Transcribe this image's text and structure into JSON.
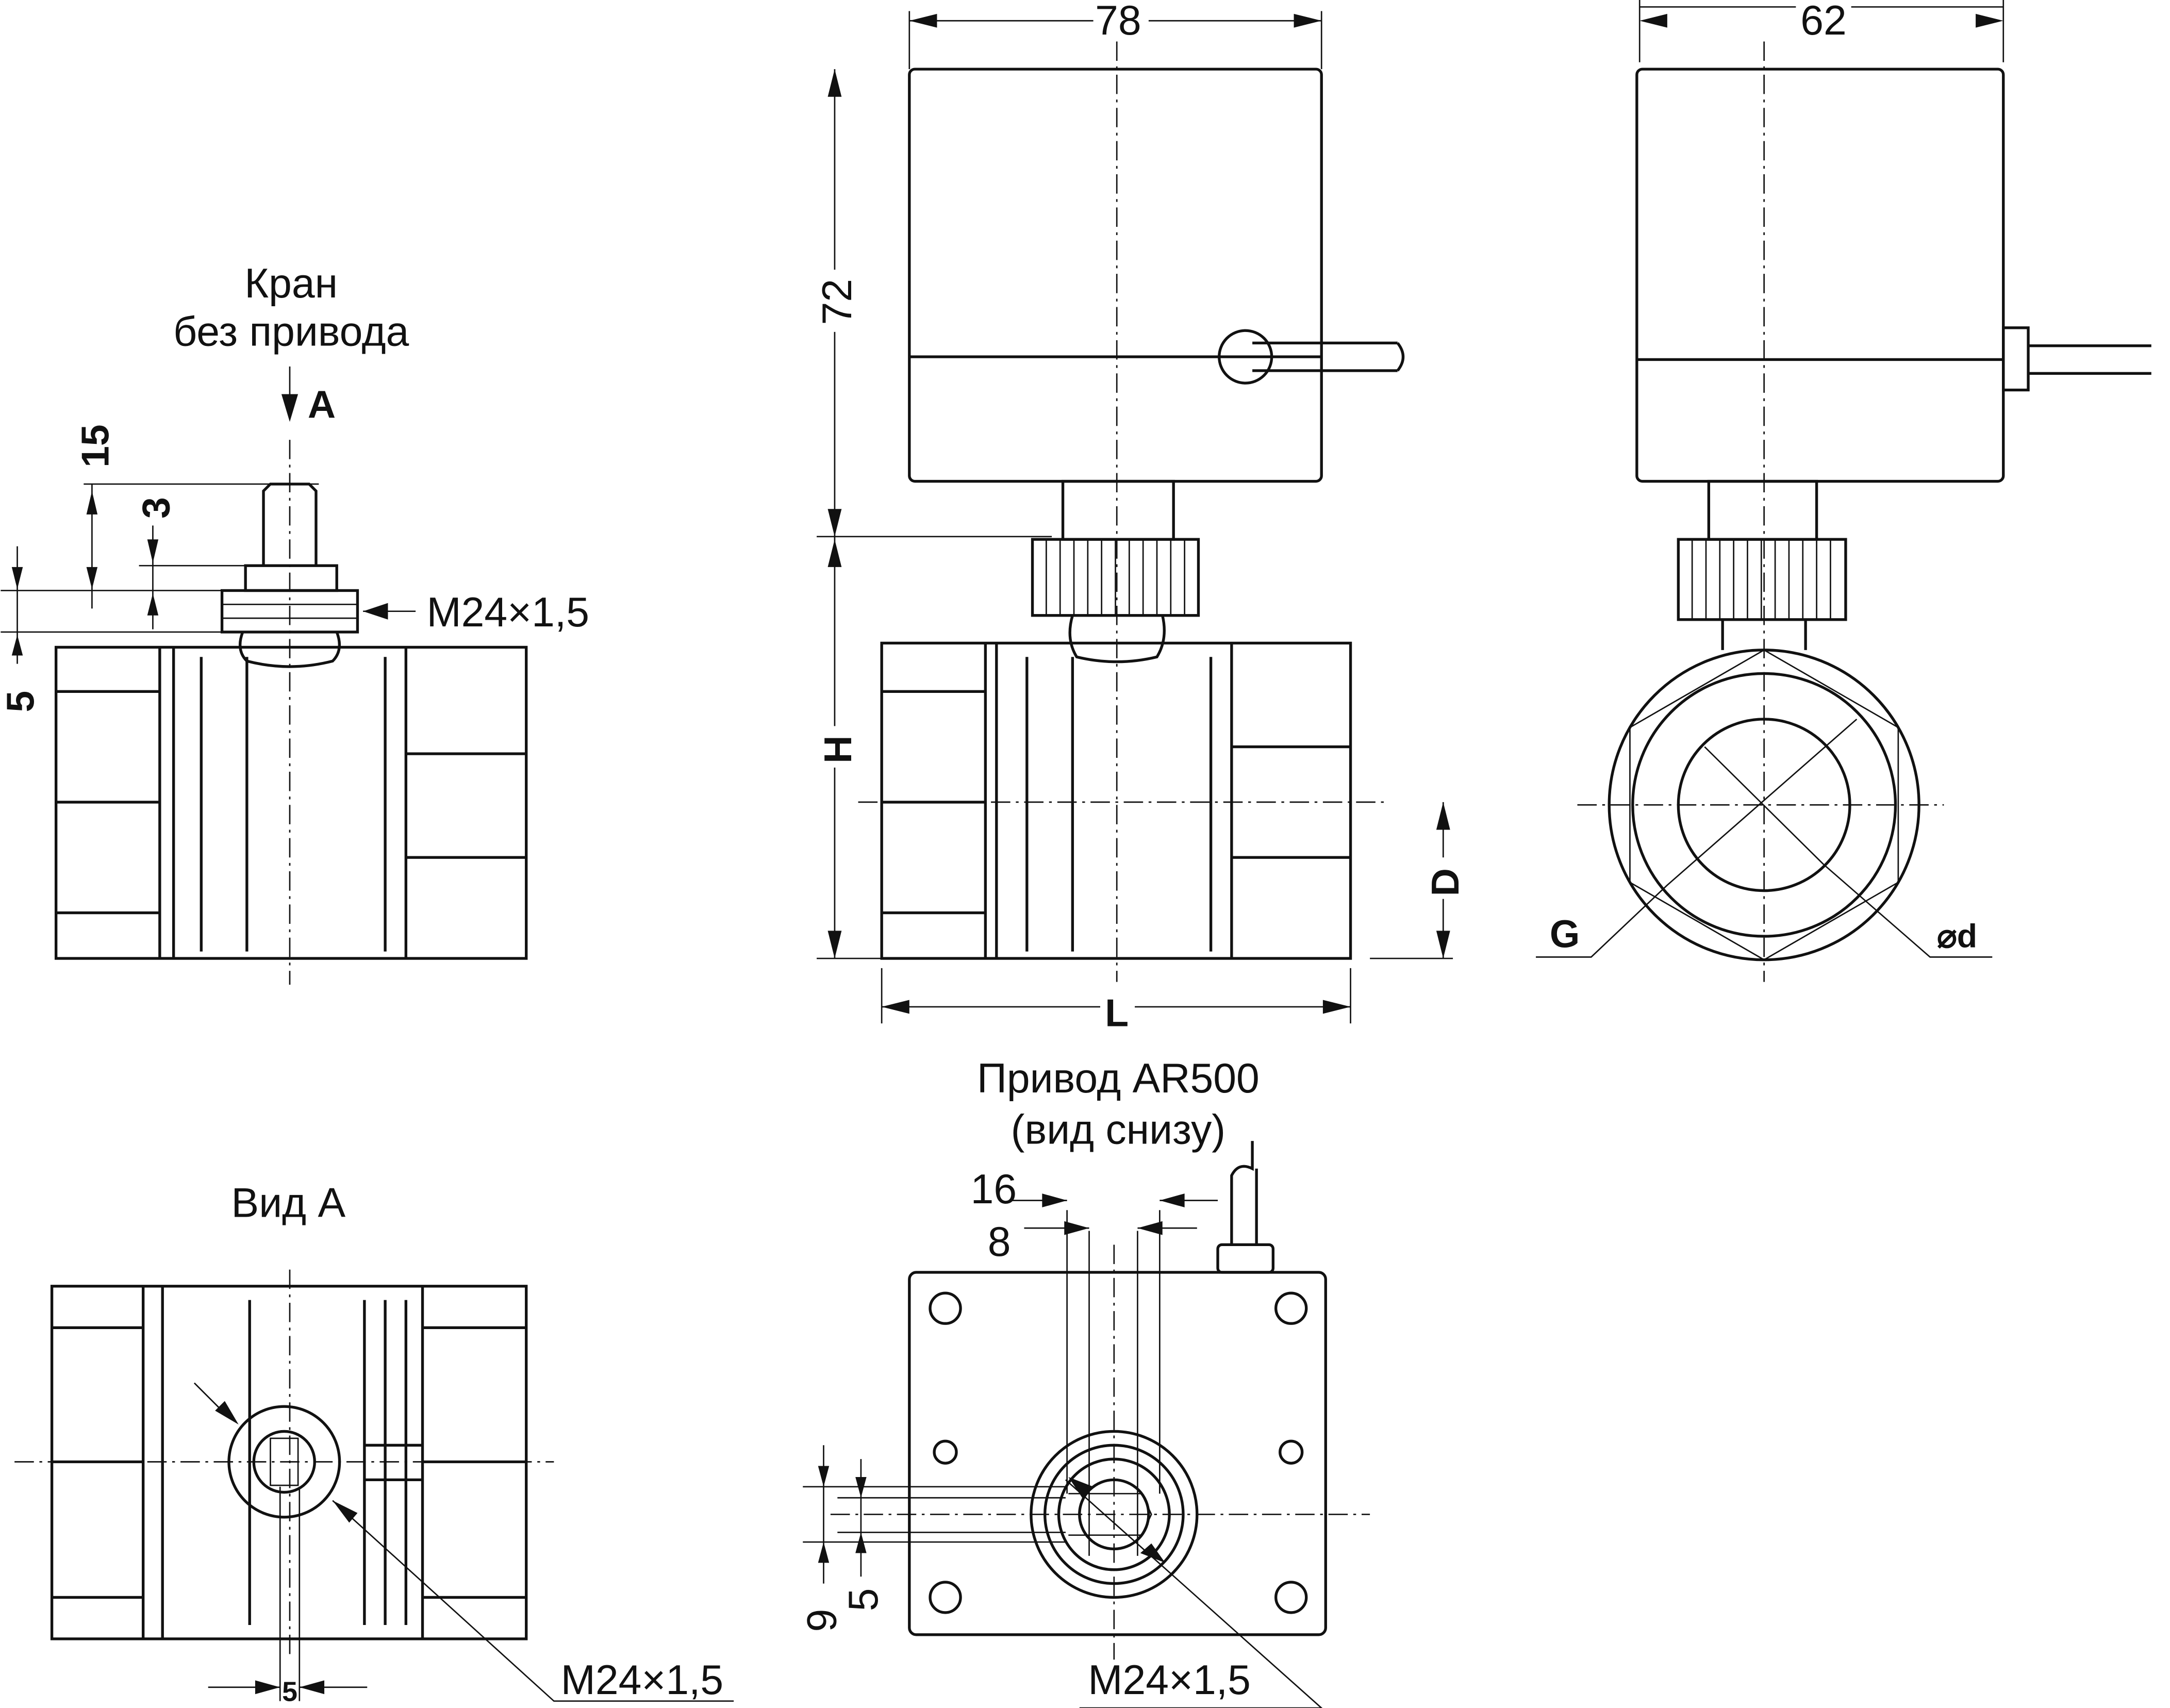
{
  "views": {
    "valve_only": {
      "title_line1": "Кран",
      "title_line2": "без привода",
      "view_arrow_label": "А",
      "dim_stem_height": "15",
      "dim_collar": "3",
      "dim_nut": "5",
      "thread": "М24×1,5"
    },
    "front_assembly": {
      "dim_width": "78",
      "dim_actuator_height": "72",
      "dim_H": "H",
      "dim_D": "D",
      "dim_L": "L"
    },
    "side_assembly": {
      "dim_width": "62",
      "label_G": "G",
      "label_d": "⌀d"
    },
    "view_a": {
      "title": "Вид А",
      "dim_flat": "5",
      "thread": "М24×1,5"
    },
    "actuator_bottom": {
      "title_line1": "Привод AR500",
      "title_line2": "(вид снизу)",
      "dim_16": "16",
      "dim_8": "8",
      "dim_9": "9",
      "dim_5": "5",
      "thread": "М24×1,5"
    }
  }
}
